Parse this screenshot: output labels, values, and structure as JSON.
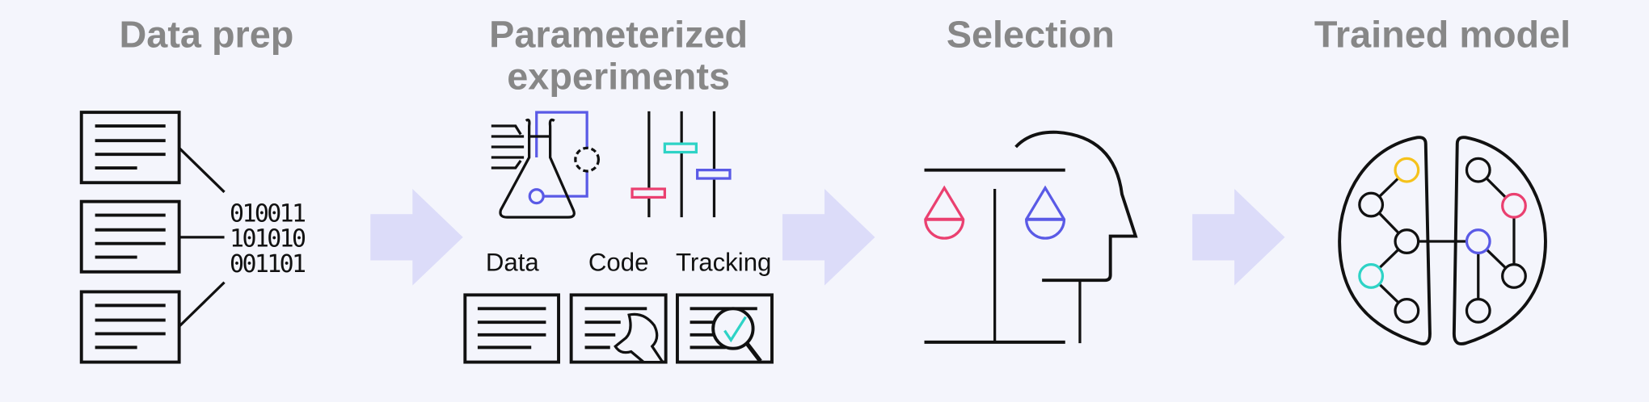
{
  "stages": [
    {
      "title": "Data prep"
    },
    {
      "title_line1": "Parameterized",
      "title_line2": "experiments"
    },
    {
      "title": "Selection"
    },
    {
      "title": "Trained model"
    }
  ],
  "binary": [
    "010011",
    "101010",
    "001101"
  ],
  "experiment_labels": [
    "Data",
    "Code",
    "Tracking"
  ],
  "colors": {
    "background": "#f4f5fc",
    "title": "#878787",
    "arrow": "#dcdcf9",
    "blue": "#5a5ae6",
    "pink": "#ea4070",
    "teal": "#2ed3c6",
    "yellow": "#f5c21b"
  }
}
